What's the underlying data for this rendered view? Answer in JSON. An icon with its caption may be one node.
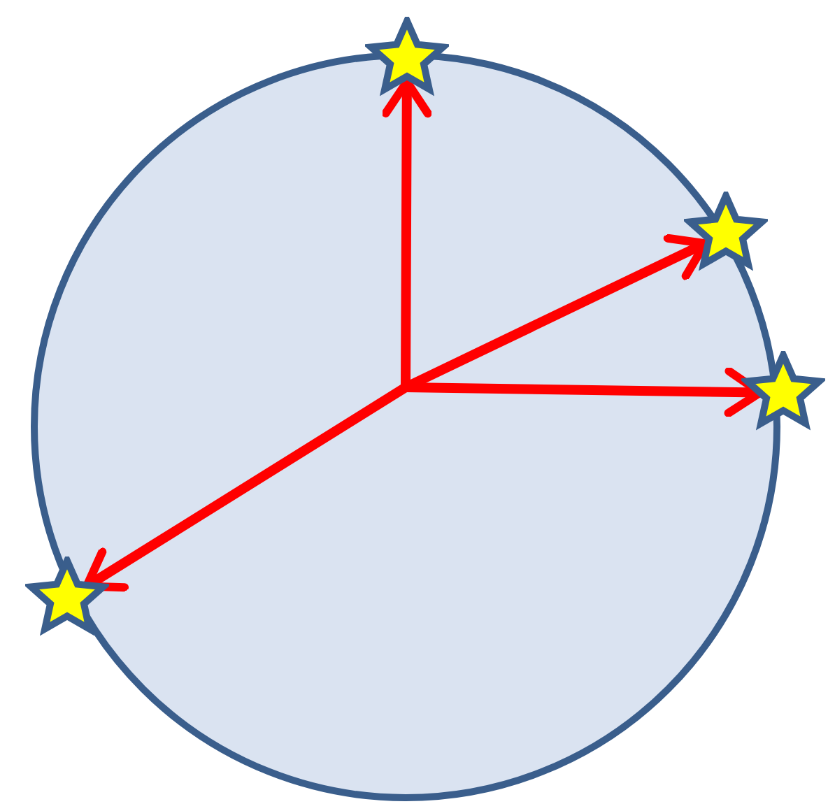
{
  "diagram": {
    "nodes": [
      {
        "text": [],
        "shape": "circle"
      },
      {
        "text": [],
        "shape": "star"
      },
      {
        "text": [],
        "shape": "star"
      },
      {
        "text": [],
        "shape": "star"
      },
      {
        "text": [],
        "shape": "star"
      }
    ],
    "edges": [
      {
        "from": 0,
        "to": 1,
        "arrow": "to"
      },
      {
        "from": 0,
        "to": 2,
        "arrow": "to"
      },
      {
        "from": 0,
        "to": 3,
        "arrow": "to"
      },
      {
        "from": 0,
        "to": 4,
        "arrow": "to"
      }
    ]
  }
}
